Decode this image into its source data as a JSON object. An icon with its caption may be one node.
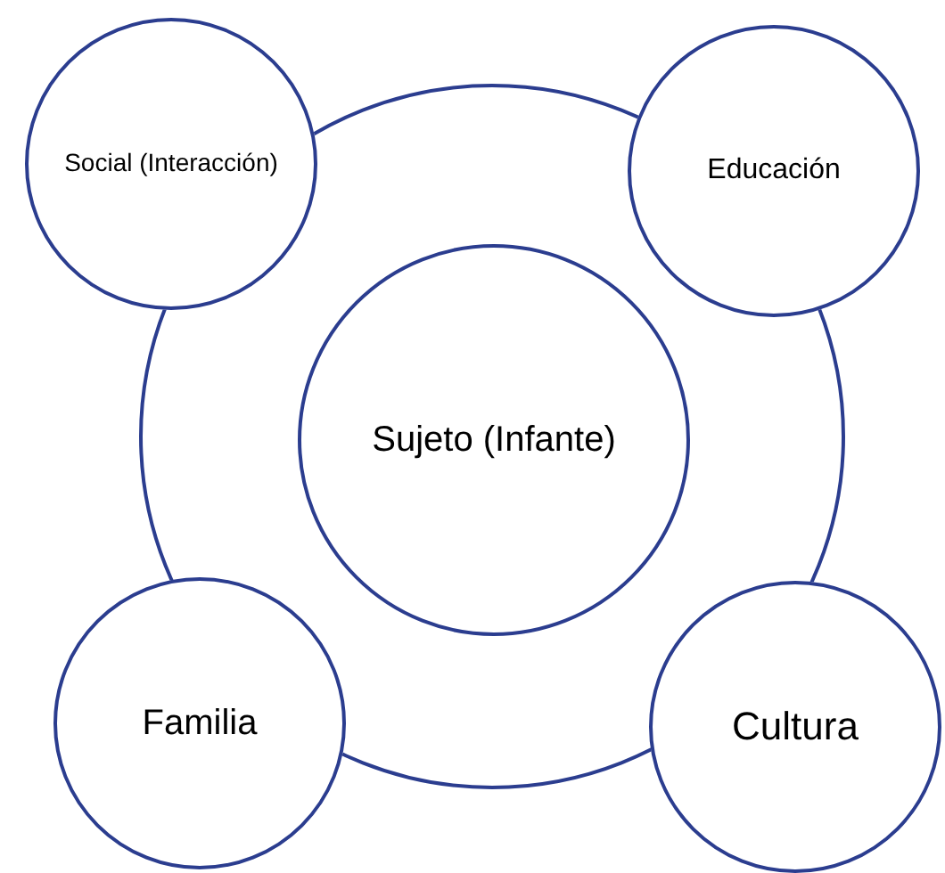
{
  "diagram": {
    "nodes": [
      {
        "text": [],
        "shape": "circle"
      },
      {
        "text": [
          "Sujeto (Infante)"
        ],
        "in": 0
      },
      {
        "text": [
          "Social (Interacción)"
        ]
      },
      {
        "text": [
          "Educación"
        ]
      },
      {
        "text": [
          "Familia"
        ]
      },
      {
        "text": [
          "Cultura"
        ]
      }
    ]
  }
}
